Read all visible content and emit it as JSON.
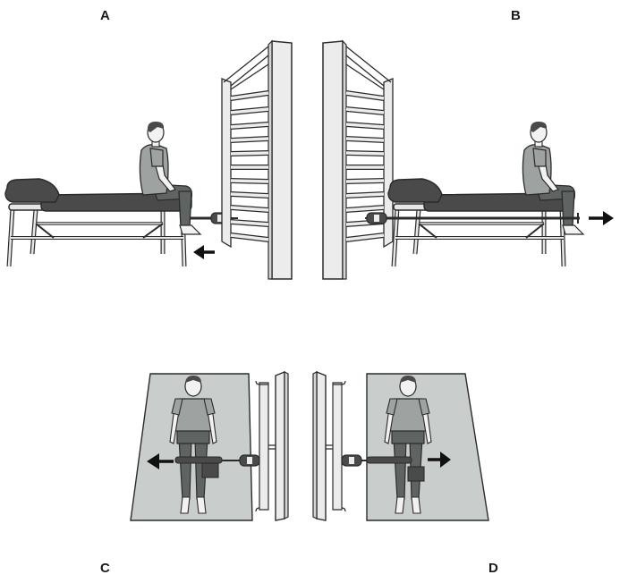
{
  "labels": {
    "a": "A",
    "b": "B",
    "c": "C",
    "d": "D"
  },
  "colors": {
    "outline": "#2b2b2b",
    "bed_top": "#4a4a4a",
    "mat": "#c9cdcc",
    "shirt": "#9ea3a2",
    "pants": "#5f6463",
    "skin": "#f2f2f2",
    "frame": "#ececec"
  },
  "icons": [
    "arrow-left-icon",
    "arrow-right-icon",
    "dynamometer-icon",
    "wall-bars-icon",
    "treatment-table-icon",
    "person-icon"
  ]
}
